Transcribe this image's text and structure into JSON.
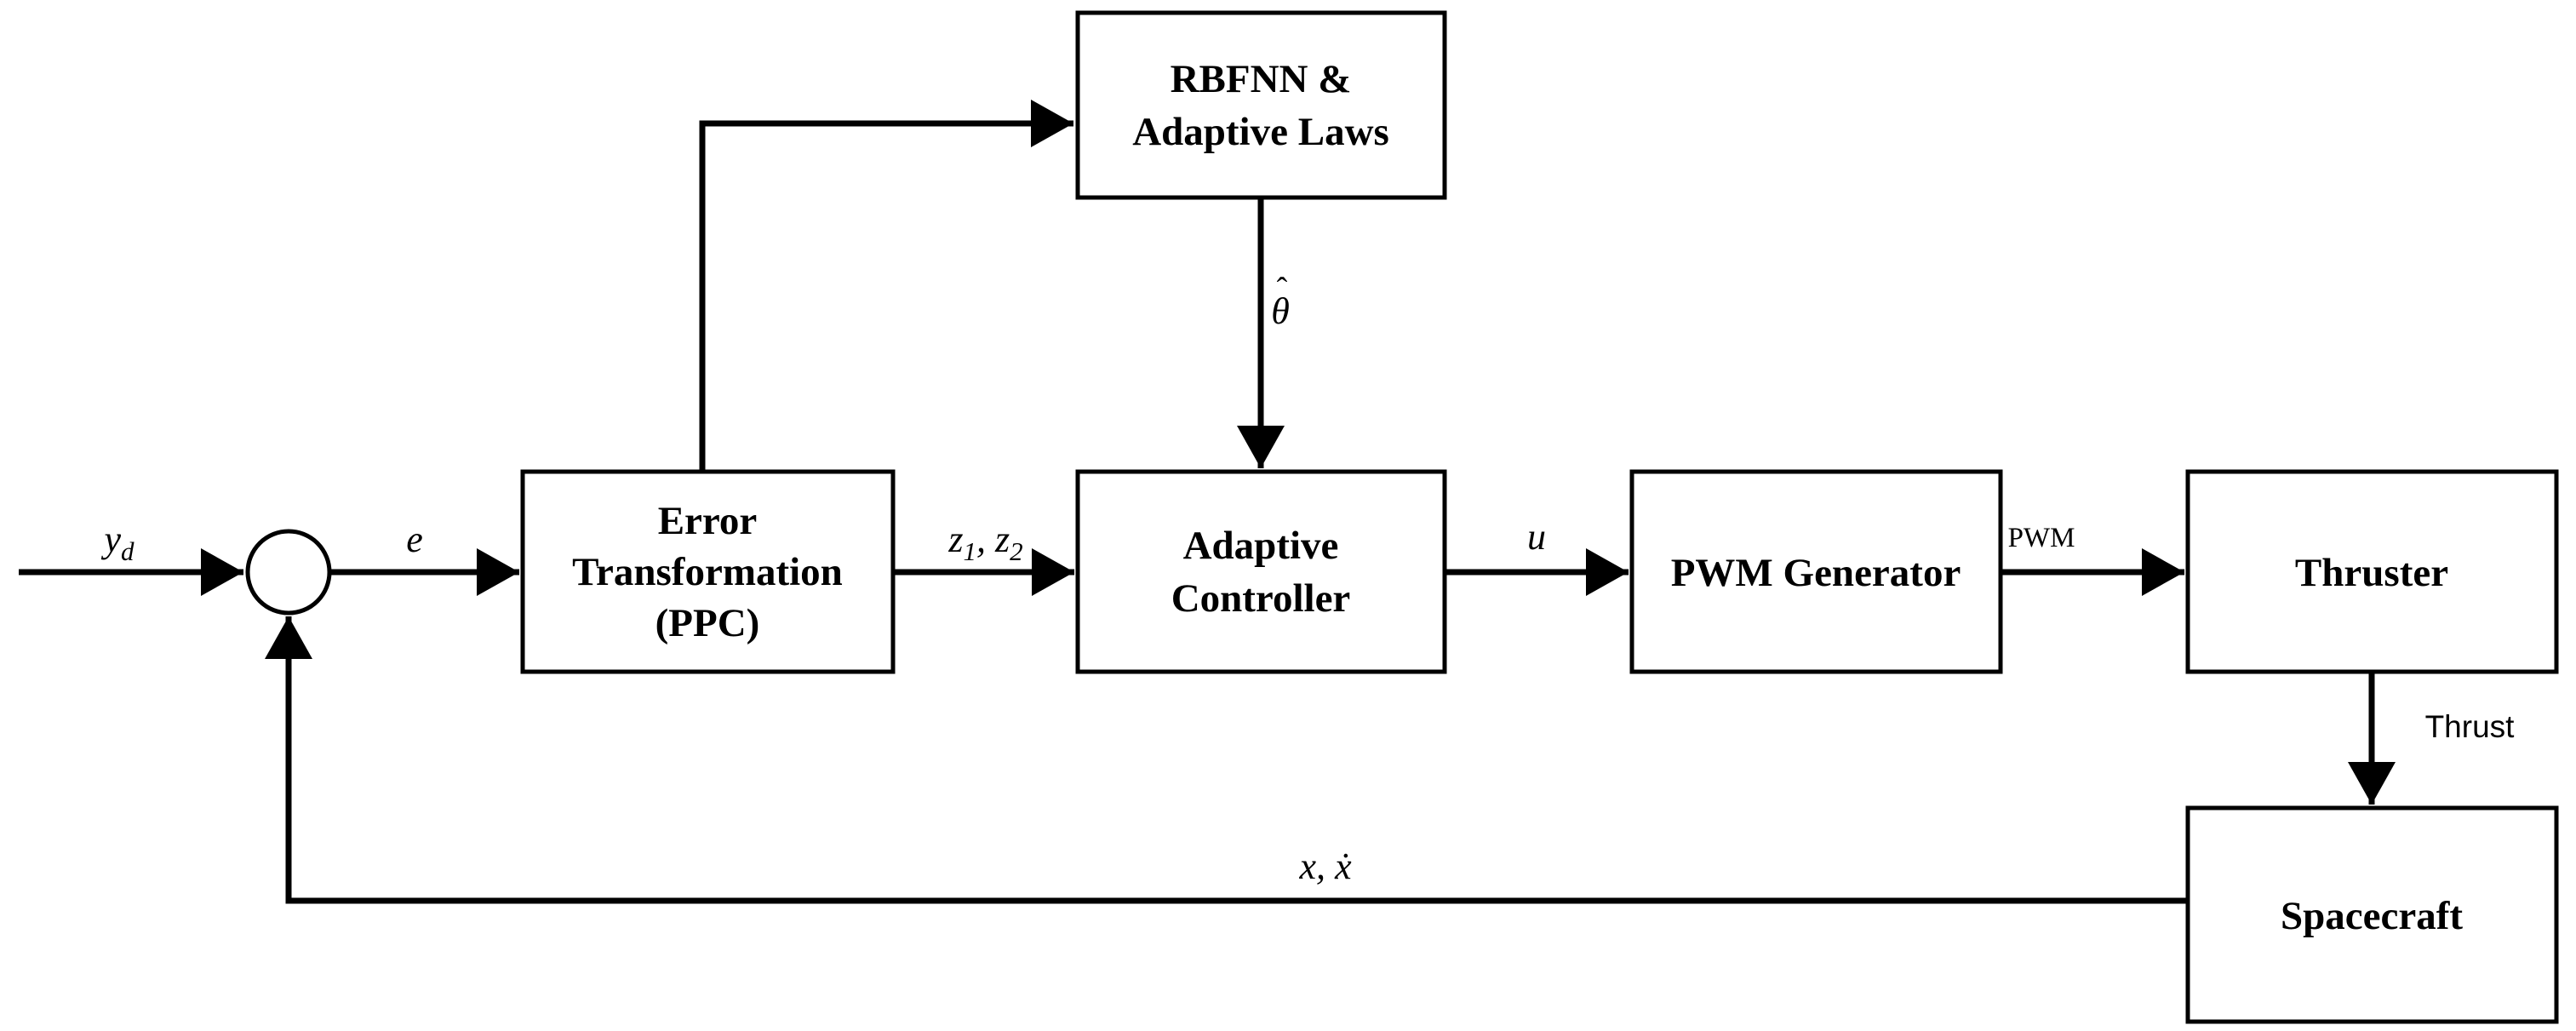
{
  "colors": {
    "ink": "#000000",
    "paper": "#ffffff"
  },
  "blocks": {
    "rbfnn": {
      "lines": [
        "RBFNN &",
        "Adaptive Laws"
      ]
    },
    "error_transformation": {
      "lines": [
        "Error",
        "Transformation",
        "(PPC)"
      ]
    },
    "adaptive_controller": {
      "lines": [
        "Adaptive",
        "Controller"
      ]
    },
    "pwm_generator": {
      "lines": [
        "PWM Generator"
      ]
    },
    "thruster": {
      "lines": [
        "Thruster"
      ]
    },
    "spacecraft": {
      "lines": [
        "Spacecraft"
      ]
    }
  },
  "signals": {
    "reference": {
      "base": "y",
      "sub": "d"
    },
    "error": "e",
    "transformed": {
      "z1_base": "z",
      "z1_sub": "1",
      "separator": ", ",
      "z2_base": "z",
      "z2_sub": "2"
    },
    "control": "u",
    "pwm": "PWM",
    "thrust": "Thrust",
    "estimate": {
      "hat": "ˆ",
      "base": "θ"
    },
    "state": "x, ẋ"
  }
}
